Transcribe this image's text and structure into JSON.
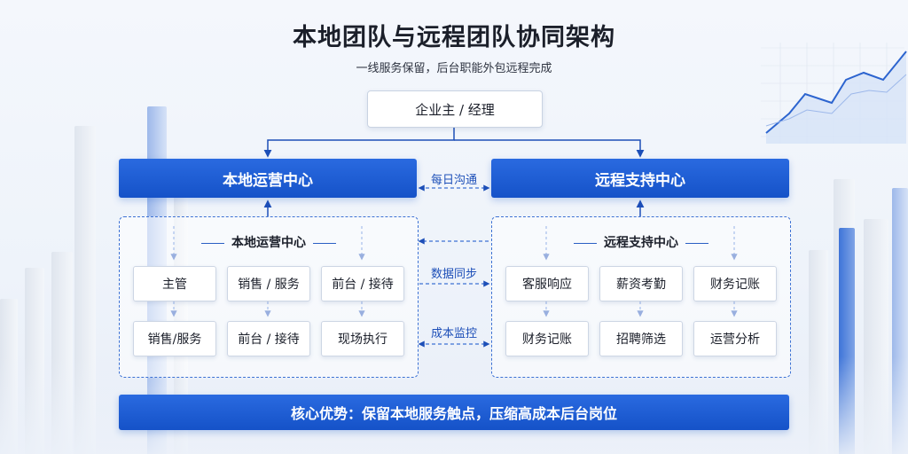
{
  "title": "本地团队与远程团队协同架构",
  "subtitle": "一线服务保留，后台职能外包远程完成",
  "owner": "企业主 / 经理",
  "local": {
    "header": "本地运营中心",
    "panel_title": "本地运营中心",
    "nodes": [
      "主管",
      "销售 / 服务",
      "前台 / 接待",
      "销售/服务",
      "前台 / 接待",
      "现场执行"
    ]
  },
  "remote": {
    "header": "远程支持中心",
    "panel_title": "远程支持中心",
    "nodes": [
      "客服响应",
      "薪资考勤",
      "财务记账",
      "财务记账",
      "招聘筛选",
      "运营分析"
    ]
  },
  "links": {
    "daily": "每日沟通",
    "sync": "数据同步",
    "cost": "成本监控"
  },
  "core_advantage": "核心优势：保留本地服务触点，压缩高成本后台岗位",
  "colors": {
    "primary": "#1552c8",
    "primary_light": "#2a6ae0",
    "dashed": "#3d72d4",
    "text": "#1b1f2a"
  }
}
